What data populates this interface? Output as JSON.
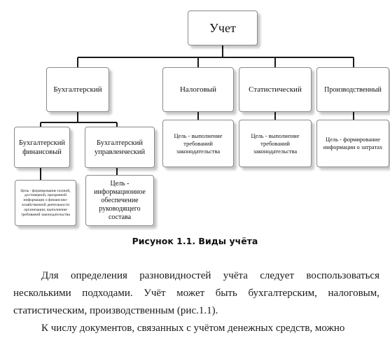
{
  "diagram": {
    "root": "Учет",
    "accounting": "Бухгалтерский",
    "tax": "Налоговый",
    "statistical": "Статистический",
    "production": "Производственный",
    "financial": "Бухгалтерский финансовый",
    "managerial": "Бухгалтерский управленческий",
    "tax_goal": "Цель - выполнение требований законодательства",
    "statistical_goal": "Цель - выполнение требований законодательства",
    "production_goal": "Цель - формирование информации о затратах",
    "financial_goal": "Цель - формирование полной, достоверной, прозрачной информации о финансово-хозяйственной деятельности организации; выполнение требований законодательства",
    "managerial_goal": "Цель - информационное обеспечение руководящего состава"
  },
  "caption": "Рисунок 1.1. Виды учёта",
  "paragraphs": [
    "Для определения разновидностей учёта следует воспользоваться несколькими подходами. Учёт может быть бухгалтерским, налоговым, статистическим, производственным (рис.1.1).",
    "К числу документов, связанных с учётом денежных средств, можно"
  ]
}
